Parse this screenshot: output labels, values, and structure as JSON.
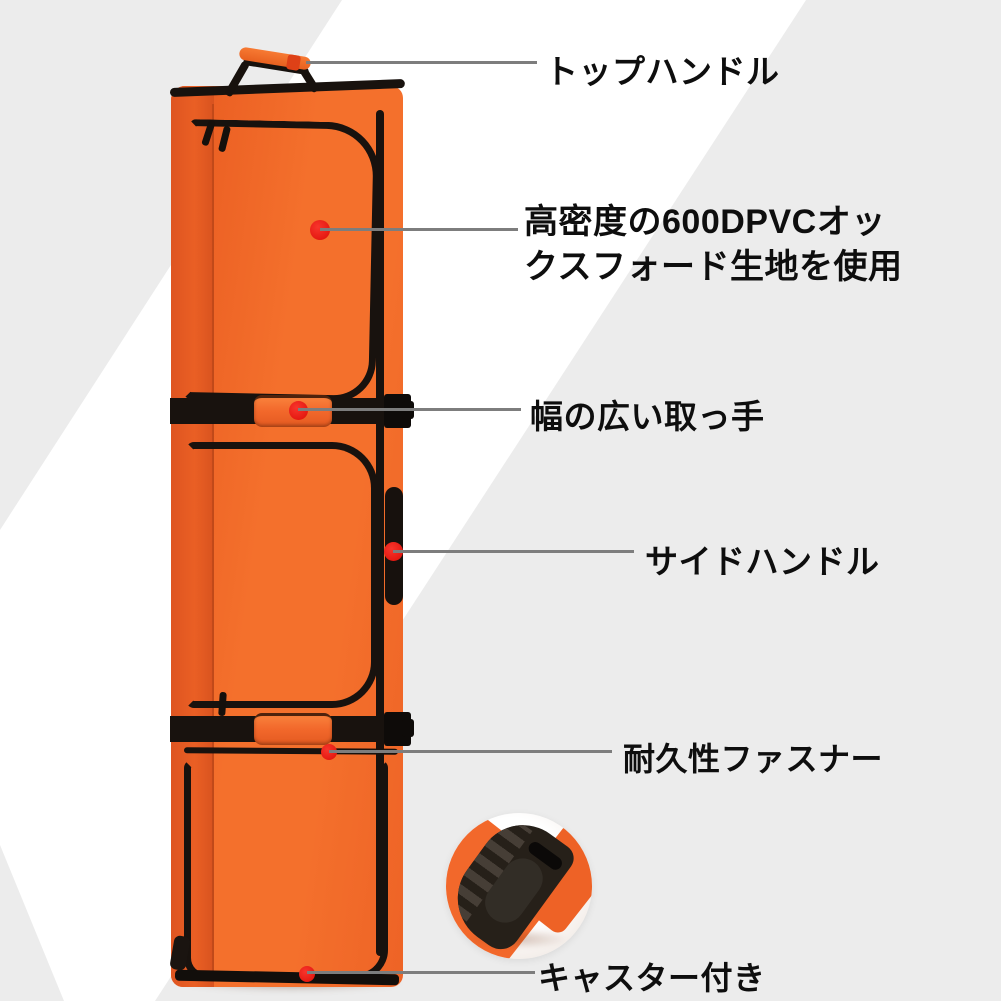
{
  "description": "Annotated product image of an orange wheeled snowboard bag with Japanese feature callouts and a round inset showing a caster wheel detail",
  "callouts": [
    {
      "id": "top-handle",
      "label": "トップハンドル"
    },
    {
      "id": "fabric",
      "label_line1": "高密度の600DPVCオッ",
      "label_line2": "クスフォード生地を使用"
    },
    {
      "id": "wide-handle",
      "label": "幅の広い取っ手"
    },
    {
      "id": "side-handle",
      "label": "サイドハンドル"
    },
    {
      "id": "durable-zipper",
      "label": "耐久性ファスナー"
    },
    {
      "id": "casters",
      "label": "キャスター付き"
    }
  ],
  "colors": {
    "bag_orange": "#F2682B",
    "bag_orange_dark": "#DD5620",
    "trim_black": "#18120E",
    "marker_red": "#EA1D15",
    "background_gray": "#ECECEC",
    "band_white": "#FFFFFF",
    "pointer_gray": "#7D7D7D",
    "text_black": "#0E0E0E"
  }
}
